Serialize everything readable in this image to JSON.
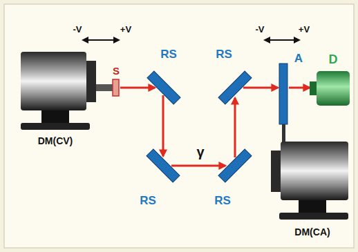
{
  "diagram": {
    "labels": [
      "-V",
      "+V",
      "S",
      "RS",
      "RS",
      "RS",
      "RS",
      "γ",
      "-V",
      "+V",
      "A",
      "D",
      "DM(CV)",
      "DM(CA)"
    ]
  }
}
